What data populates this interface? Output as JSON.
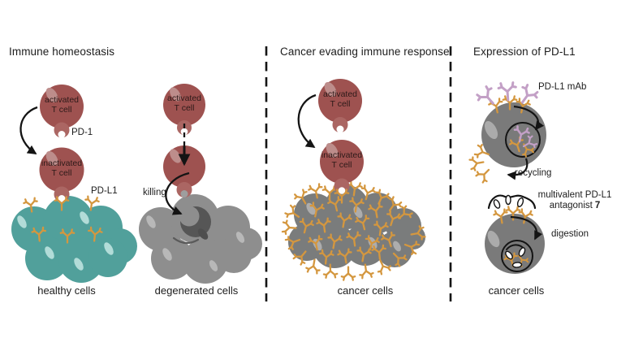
{
  "colors": {
    "red-cell": "#9e5250",
    "red-light": "#bd8d8b",
    "red-receptor": "#ab6663",
    "teal-cell": "#51a09b",
    "teal-light": "#b2dcd8",
    "gray-cell": "#8e8e8e",
    "gray-light": "#b8b8b8",
    "cancer-gray": "#7a7c7c",
    "expr-gray": "#7a7a7a",
    "expr-light": "#ababab",
    "dying-gray": "#565656",
    "pdl1-orange": "#d4973f",
    "mab-pink": "#c3a0c6",
    "ink": "#141414"
  },
  "panel_immune": {
    "title": "Immune homeostasis",
    "activated_t_cell": "activated\nT cell",
    "inactivated_t_cell": "inactivated\nT cell",
    "pd1_label": "PD-1",
    "pdl1_label": "PD-L1",
    "killing_label": "killing",
    "healthy_caption": "healthy cells",
    "degenerated_caption": "degenerated cells"
  },
  "panel_cancer": {
    "title": "Cancer evading immune response",
    "activated_t_cell": "activated\nT cell",
    "inactivated_t_cell": "inactivated\nT cell",
    "cancer_caption": "cancer cells"
  },
  "panel_expression": {
    "title": "Expression of PD-L1",
    "mab_label": "PD-L1 mAb",
    "recycling_label": "recycling",
    "antagonist_line1": "multivalent PD-L1",
    "antagonist_word": "antagonist",
    "antagonist_number": "7",
    "digestion_label": "digestion",
    "cancer_caption": "cancer cells"
  }
}
